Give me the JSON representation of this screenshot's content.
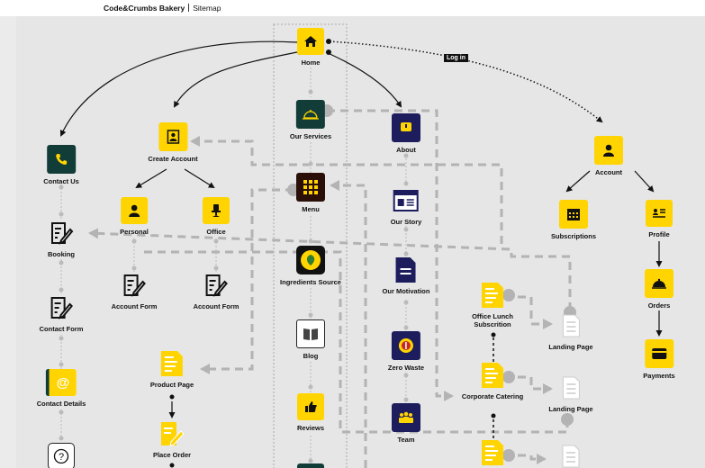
{
  "header": {
    "brand": "Code&Crumbs Bakery",
    "section": "Sitemap"
  },
  "link_label": "Log in",
  "nodes": {
    "home": "Home",
    "our_services": "Our Services",
    "menu": "Menu",
    "ingredients": "Ingredients Source",
    "blog": "Blog",
    "reviews": "Reviews",
    "about": "About",
    "our_story": "Our Story",
    "our_motivation": "Our Motivation",
    "zero_waste": "Zero Waste",
    "team": "Team",
    "create_account": "Create Account",
    "personal": "Personal",
    "office": "Office",
    "account_form_1": "Account Form",
    "account_form_2": "Account Form",
    "contact_us": "Contact Us",
    "booking": "Booking",
    "contact_form": "Contact Form",
    "contact_details": "Contact Details",
    "product_page": "Product Page",
    "place_order": "Place Order",
    "account": "Account",
    "subscriptions": "Subscriptions",
    "profile": "Profile",
    "orders": "Orders",
    "payments": "Payments",
    "office_lunch": "Office Lunch Subscrition",
    "corporate_catering": "Corporate Catering",
    "landing_page_1": "Landing Page",
    "landing_page_2": "Landing Page"
  },
  "colors": {
    "yellow": "#ffd400",
    "dark_green": "#123c37",
    "navy": "#1d1d5e",
    "dashed_line": "#b3b3b3"
  }
}
